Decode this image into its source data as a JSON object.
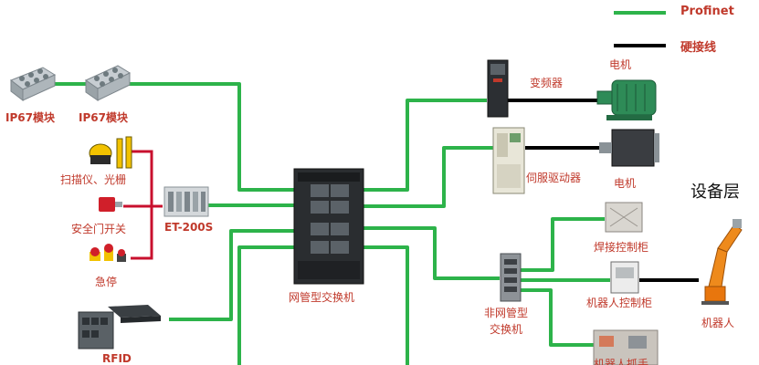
{
  "legend": {
    "profinet_label": "Profinet",
    "hardwire_label": "硬接线",
    "profinet_color": "#2db34a",
    "hardwire_color": "#000000"
  },
  "layer_label": "设备层",
  "labels": {
    "ip67_module_1": "IP67模块",
    "ip67_module_2": "IP67模块",
    "scanner_light_curtain": "扫描仪、光栅",
    "safety_door_switch": "安全门开关",
    "emergency_stop": "急停",
    "rfid": "RFID",
    "et200s": "ET-200S",
    "managed_switch": "网管型交换机",
    "inverter": "变频器",
    "motor_1": "电机",
    "servo_drive": "伺服驱动器",
    "motor_2": "电机",
    "unmanaged_switch_line1": "非网管型",
    "unmanaged_switch_line2": "交换机",
    "welding_cabinet": "焊接控制柜",
    "robot_cabinet": "机器人控制柜",
    "robot": "机器人",
    "robot_gripper": "机器人抓手"
  },
  "colors": {
    "label_red": "#c0392b",
    "profinet_green": "#2db34a"
  }
}
